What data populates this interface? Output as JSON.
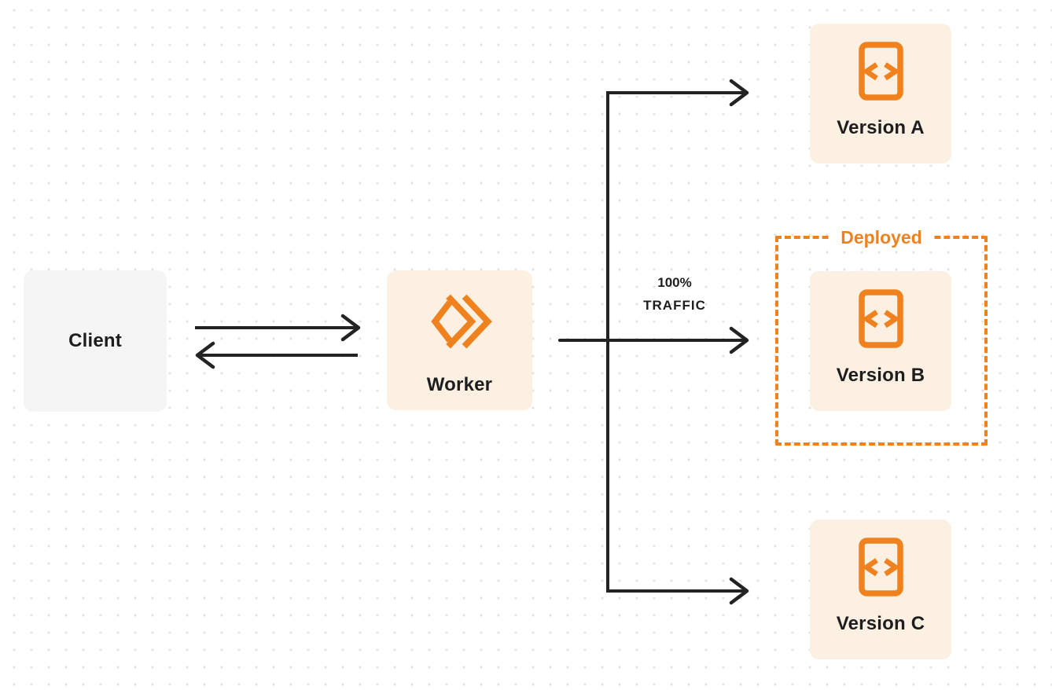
{
  "diagram": {
    "nodes": {
      "client": {
        "label": "Client"
      },
      "worker": {
        "label": "Worker",
        "icon": "workers-logo-icon"
      },
      "version_a": {
        "label": "Version A",
        "icon": "code-file-icon"
      },
      "version_b": {
        "label": "Version B",
        "icon": "code-file-icon"
      },
      "version_c": {
        "label": "Version C",
        "icon": "code-file-icon"
      }
    },
    "annotations": {
      "deployed_label": "Deployed",
      "traffic_percent": "100%",
      "traffic_word": "TRAFFIC"
    },
    "colors": {
      "accent_orange": "#F0811F",
      "node_fill_cream": "#FBF0E1",
      "node_fill_gray": "#F5F5F6",
      "arrow_dark": "#232323",
      "text_dark": "#1D1D1F",
      "canvas_bg": "#FFFFFF",
      "dot_grid": "#E3E3E3"
    }
  }
}
